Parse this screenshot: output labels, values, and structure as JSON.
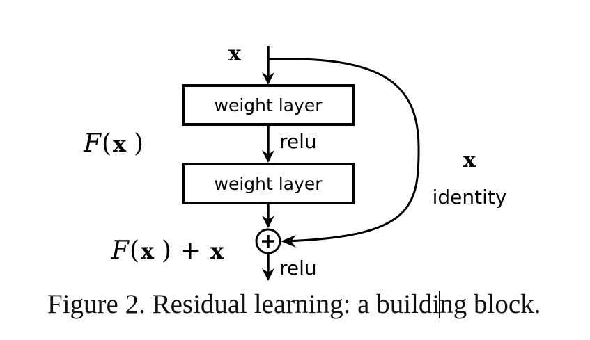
{
  "diagram": {
    "input_label": "x",
    "layers": [
      {
        "label": "weight layer"
      },
      {
        "label": "weight layer"
      }
    ],
    "activation_between": "relu",
    "activation_after": "relu",
    "residual_function_label": {
      "script": "F",
      "open": "(",
      "var": "x",
      "close": ")"
    },
    "sum_label": {
      "script": "F",
      "open": "(",
      "var": "x",
      "close": ")",
      "plus": "+",
      "var2": "x"
    },
    "shortcut_var_label": "x",
    "shortcut_label": "identity",
    "sum_node_symbol": "+"
  },
  "caption": {
    "before_cursor": "Figure 2. Residual learning: a buildi",
    "after_cursor": "ng block."
  },
  "colors": {
    "stroke": "#000000",
    "background": "#ffffff"
  }
}
